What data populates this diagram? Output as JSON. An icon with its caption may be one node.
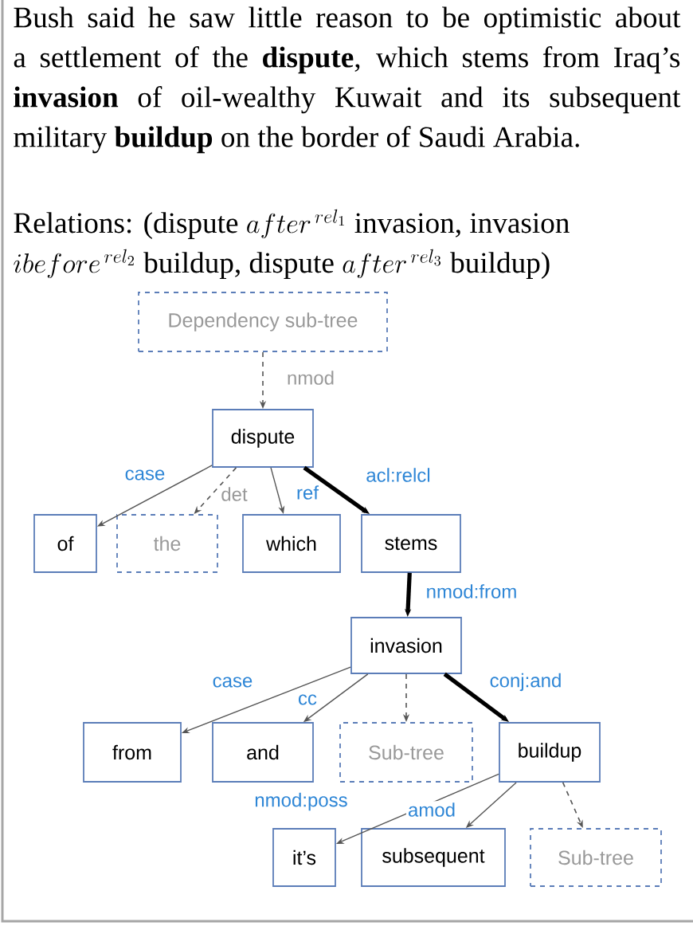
{
  "diagram": {
    "nodes": [
      {
        "text": [
          "Dependency sub-tree"
        ]
      },
      {
        "text": [
          "dispute"
        ]
      },
      {
        "text": [
          "of"
        ]
      },
      {
        "text": [
          "the"
        ]
      },
      {
        "text": [
          "which"
        ]
      },
      {
        "text": [
          "stems"
        ]
      },
      {
        "text": [
          "invasion"
        ]
      },
      {
        "text": [
          "from"
        ]
      },
      {
        "text": [
          "and"
        ]
      },
      {
        "text": [
          "Sub-tree"
        ]
      },
      {
        "text": [
          "buildup"
        ]
      },
      {
        "text": [
          "it’s"
        ]
      },
      {
        "text": [
          "subsequent"
        ]
      },
      {
        "text": [
          "Sub-tree"
        ]
      }
    ],
    "edges": [
      {
        "from": 0,
        "to": 1,
        "arrow": "to",
        "label": "nmod",
        "style": "dashed"
      },
      {
        "from": 1,
        "to": 2,
        "arrow": "to",
        "label": "case"
      },
      {
        "from": 1,
        "to": 3,
        "arrow": "to",
        "label": "det",
        "style": "dashed"
      },
      {
        "from": 1,
        "to": 4,
        "arrow": "to",
        "label": "ref"
      },
      {
        "from": 1,
        "to": 5,
        "arrow": "to",
        "label": "acl:relcl",
        "style": "thick",
        "color": "#000000"
      },
      {
        "from": 5,
        "to": 6,
        "arrow": "to",
        "label": "nmod:from",
        "style": "thick",
        "color": "#000000"
      },
      {
        "from": 6,
        "to": 7,
        "arrow": "to",
        "label": "case"
      },
      {
        "from": 6,
        "to": 8,
        "arrow": "to",
        "label": "cc"
      },
      {
        "from": 6,
        "to": 9,
        "arrow": "to",
        "style": "dashed"
      },
      {
        "from": 6,
        "to": 10,
        "arrow": "to",
        "label": "conj:and",
        "style": "thick",
        "color": "#000000"
      },
      {
        "from": 10,
        "to": 11,
        "arrow": "to",
        "label": "nmod:poss"
      },
      {
        "from": 10,
        "to": 12,
        "arrow": "to",
        "label": "amod"
      },
      {
        "from": 10,
        "to": 13,
        "arrow": "to",
        "style": "dashed"
      }
    ],
    "labels": [
      "Bush said he saw little reason to be optimistic about a settlement of the **dispute**, which stems from Iraq’s **invasion** of oil-wealthy Kuwait and its subsequent military **buildup** on the border of Saudi Arabia.",
      "\\text{Relations: (dispute }after^{\\,rel_1}\\text{ invasion, invasion}",
      "ibefore^{\\,rel_2}\\text{ buildup, dispute }after^{\\,rel_3}\\text{ buildup)}"
    ]
  }
}
